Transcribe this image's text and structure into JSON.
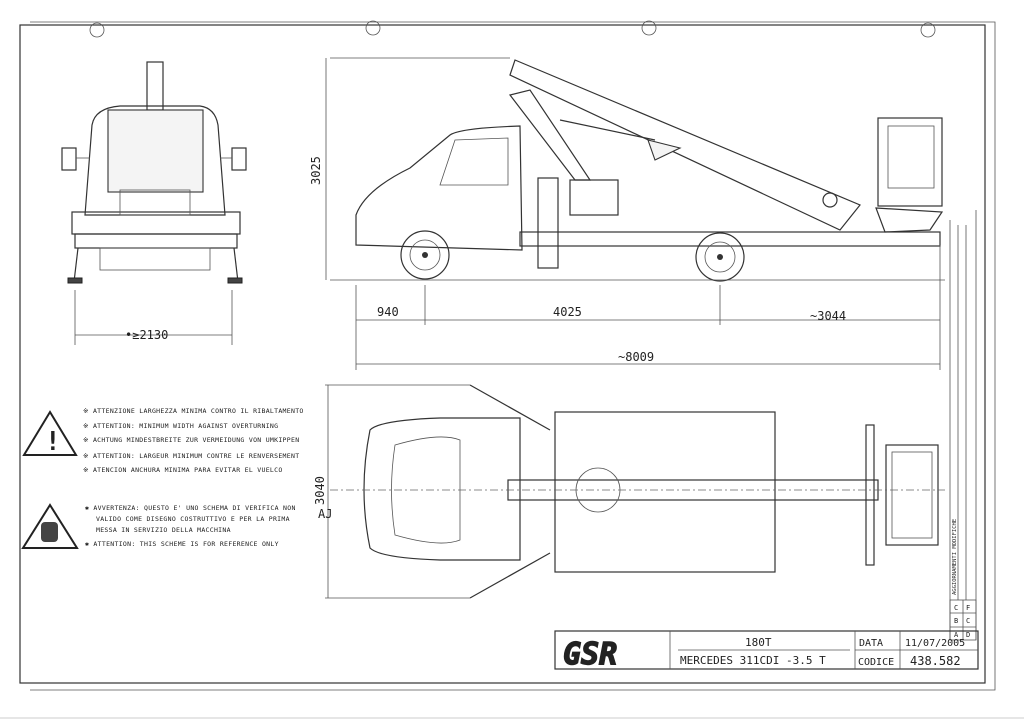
{
  "dimensions": {
    "height": "3025",
    "front_overhang": "940",
    "wheelbase": "4025",
    "rear_overhang": "~3044",
    "total_length": "~8009",
    "min_width": "•≥2130",
    "width": "3040"
  },
  "warnings": {
    "stability": [
      "※ ATTENZIONE LARGHEZZA MINIMA CONTRO IL RIBALTAMENTO",
      "※ ATTENTION: MINIMUM WIDTH AGAINST OVERTURNING",
      "※ ACHTUNG MINDESTBREITE ZUR VERMEIDUNG VON UMKIPPEN",
      "※ ATTENTION: LARGEUR MINIMUM CONTRE LE RENVERSEMENT",
      "※ ATENCION ANCHURA MINIMA PARA EVITAR EL VUELCO"
    ],
    "reference": [
      "✱ AVVERTENZA: QUESTO E' UNO SCHEMA DI VERIFICA NON",
      "VALIDO COME DISEGNO COSTRUTTIVO E PER LA PRIMA",
      "MESSA IN SERVIZIO DELLA MACCHINA",
      "✱ ATTENTION: THIS SCHEME IS FOR REFERENCE ONLY"
    ],
    "side_mark": "AJ"
  },
  "revision_block": {
    "title": "AGGIORNAMENTI  MODIFICHE",
    "rows": [
      [
        "C",
        "F"
      ],
      [
        "B",
        "C"
      ],
      [
        "A",
        "D"
      ]
    ]
  },
  "title_block": {
    "logo": "GSR",
    "model": "180T",
    "vehicle": "MERCEDES 311CDI -3.5 T",
    "date_label": "DATA",
    "date": "11/07/2005",
    "code_label": "CODICE",
    "code": "438.582"
  }
}
